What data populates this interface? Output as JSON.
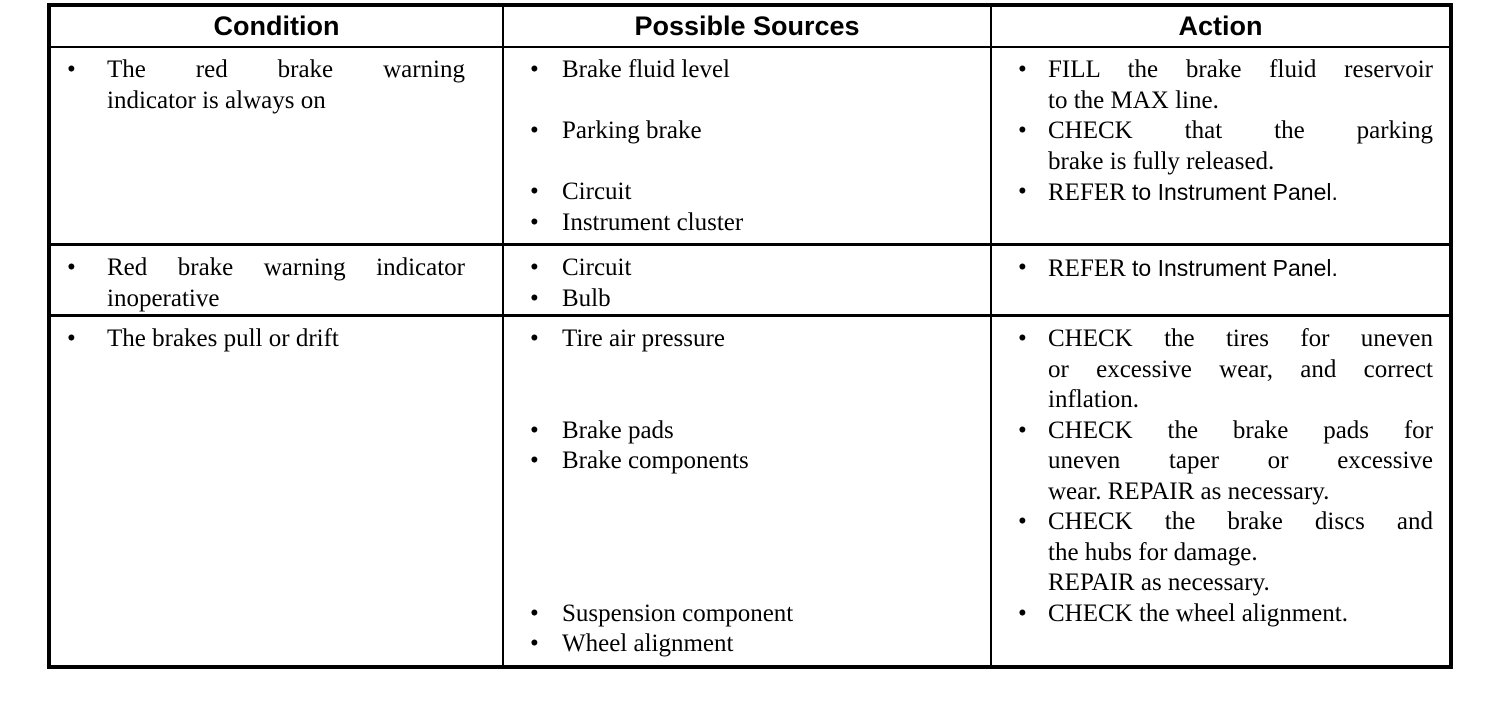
{
  "colors": {
    "ink": "#000000",
    "paper": "#ffffff"
  },
  "table": {
    "headers": [
      {
        "label": "Condition"
      },
      {
        "label": "Possible Sources"
      },
      {
        "label": "Action"
      }
    ],
    "rows": [
      {
        "condition": [
          {
            "gap": 0,
            "lines": [
              {
                "j": true,
                "segs": [
                  {
                    "t": "The red brake warning"
                  }
                ]
              },
              {
                "j": false,
                "segs": [
                  {
                    "t": "indicator is always on"
                  }
                ]
              }
            ]
          }
        ],
        "sources": [
          {
            "gap": 0,
            "lines": [
              {
                "j": false,
                "segs": [
                  {
                    "t": "Brake fluid level"
                  }
                ]
              }
            ]
          },
          {
            "gap": 1,
            "lines": [
              {
                "j": false,
                "segs": [
                  {
                    "t": "Parking brake"
                  }
                ]
              }
            ]
          },
          {
            "gap": 1,
            "lines": [
              {
                "j": false,
                "segs": [
                  {
                    "t": "Circuit"
                  }
                ]
              }
            ]
          },
          {
            "gap": 0,
            "lines": [
              {
                "j": false,
                "segs": [
                  {
                    "t": "Instrument cluster"
                  }
                ]
              }
            ]
          }
        ],
        "actions": [
          {
            "gap": 0,
            "lines": [
              {
                "j": true,
                "segs": [
                  {
                    "t": "FILL the brake fluid reservoir"
                  }
                ]
              },
              {
                "j": false,
                "segs": [
                  {
                    "t": "to the MAX line."
                  }
                ]
              }
            ]
          },
          {
            "gap": 0,
            "lines": [
              {
                "j": true,
                "segs": [
                  {
                    "t": "CHECK that the parking"
                  }
                ]
              },
              {
                "j": false,
                "segs": [
                  {
                    "t": "brake is fully released."
                  }
                ]
              }
            ]
          },
          {
            "gap": 0,
            "lines": [
              {
                "j": false,
                "segs": [
                  {
                    "t": "REFER "
                  },
                  {
                    "t": "to Instrument Panel.",
                    "f": "sans"
                  }
                ]
              }
            ]
          }
        ]
      },
      {
        "condition": [
          {
            "gap": 0,
            "lines": [
              {
                "j": true,
                "segs": [
                  {
                    "t": "Red brake warning indicator"
                  }
                ]
              },
              {
                "j": false,
                "segs": [
                  {
                    "t": "inoperative"
                  }
                ]
              }
            ]
          }
        ],
        "sources": [
          {
            "gap": 0,
            "lines": [
              {
                "j": false,
                "segs": [
                  {
                    "t": "Circuit"
                  }
                ]
              }
            ]
          },
          {
            "gap": 0,
            "lines": [
              {
                "j": false,
                "segs": [
                  {
                    "t": "Bulb"
                  }
                ]
              }
            ]
          }
        ],
        "actions": [
          {
            "gap": 0,
            "lines": [
              {
                "j": false,
                "segs": [
                  {
                    "t": "REFER "
                  },
                  {
                    "t": "to Instrument Panel.",
                    "f": "sans"
                  }
                ]
              }
            ]
          }
        ]
      },
      {
        "condition": [
          {
            "gap": 0,
            "lines": [
              {
                "j": false,
                "segs": [
                  {
                    "t": "The brakes pull or drift"
                  }
                ]
              }
            ]
          }
        ],
        "sources": [
          {
            "gap": 0,
            "lines": [
              {
                "j": false,
                "segs": [
                  {
                    "t": "Tire air pressure"
                  }
                ]
              }
            ]
          },
          {
            "gap": 2,
            "lines": [
              {
                "j": false,
                "segs": [
                  {
                    "t": "Brake pads"
                  }
                ]
              }
            ]
          },
          {
            "gap": 0,
            "lines": [
              {
                "j": false,
                "segs": [
                  {
                    "t": "Brake components"
                  }
                ]
              }
            ]
          },
          {
            "gap": 4,
            "lines": [
              {
                "j": false,
                "segs": [
                  {
                    "t": "Suspension component"
                  }
                ]
              }
            ]
          },
          {
            "gap": 0,
            "lines": [
              {
                "j": false,
                "segs": [
                  {
                    "t": "Wheel alignment"
                  }
                ]
              }
            ]
          }
        ],
        "actions": [
          {
            "gap": 0,
            "lines": [
              {
                "j": true,
                "segs": [
                  {
                    "t": "CHECK the tires for uneven"
                  }
                ]
              },
              {
                "j": true,
                "segs": [
                  {
                    "t": "or excessive wear, and correct"
                  }
                ]
              },
              {
                "j": false,
                "segs": [
                  {
                    "t": "inflation."
                  }
                ]
              }
            ]
          },
          {
            "gap": 0,
            "lines": [
              {
                "j": true,
                "segs": [
                  {
                    "t": "CHECK the brake pads for"
                  }
                ]
              },
              {
                "j": true,
                "segs": [
                  {
                    "t": "uneven taper or excessive"
                  }
                ]
              },
              {
                "j": false,
                "segs": [
                  {
                    "t": "wear. REPAIR as necessary."
                  }
                ]
              }
            ]
          },
          {
            "gap": 0,
            "lines": [
              {
                "j": true,
                "segs": [
                  {
                    "t": "CHECK the brake discs and"
                  }
                ]
              },
              {
                "j": false,
                "segs": [
                  {
                    "t": "the hubs for damage."
                  }
                ]
              },
              {
                "j": false,
                "segs": [
                  {
                    "t": "REPAIR as necessary."
                  }
                ]
              }
            ]
          },
          {
            "gap": 0,
            "lines": [
              {
                "j": false,
                "segs": [
                  {
                    "t": "CHECK the wheel alignment."
                  }
                ]
              }
            ]
          }
        ]
      }
    ]
  }
}
